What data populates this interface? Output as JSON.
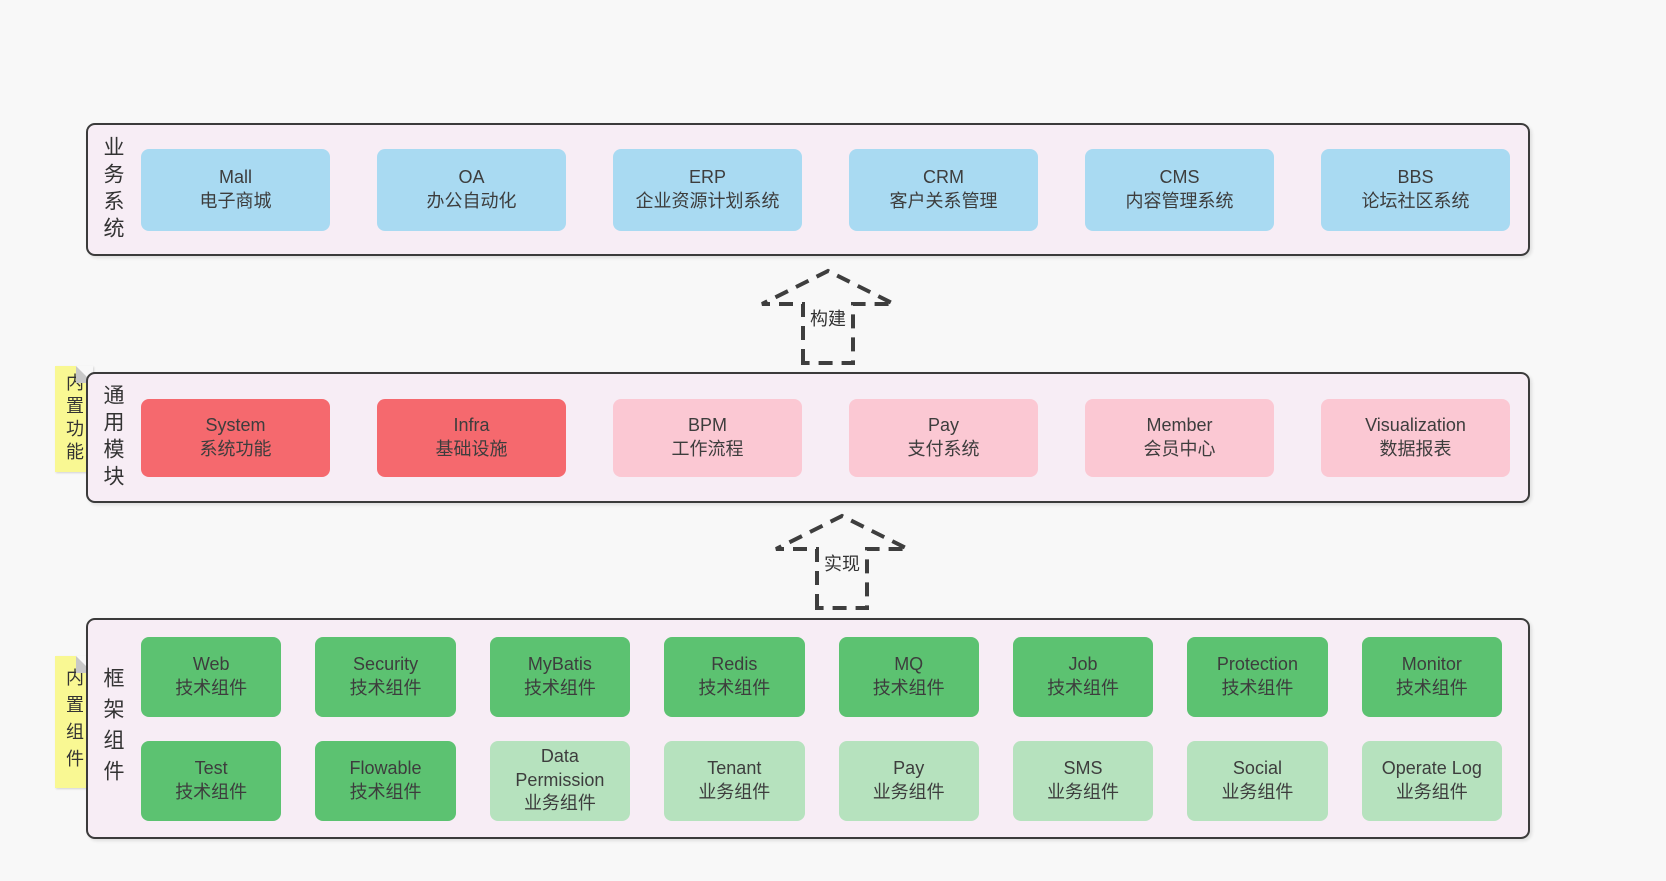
{
  "arrows": [
    {
      "label": "构建"
    },
    {
      "label": "实现"
    }
  ],
  "layers": [
    {
      "label": "业务系统",
      "items": [
        {
          "name": "Mall",
          "desc": "电子商城"
        },
        {
          "name": "OA",
          "desc": "办公自动化"
        },
        {
          "name": "ERP",
          "desc": "企业资源计划系统"
        },
        {
          "name": "CRM",
          "desc": "客户关系管理"
        },
        {
          "name": "CMS",
          "desc": "内容管理系统"
        },
        {
          "name": "BBS",
          "desc": "论坛社区系统"
        }
      ]
    },
    {
      "label": "通用模块",
      "sticky": "内置功能",
      "items": [
        {
          "name": "System",
          "desc": "系统功能"
        },
        {
          "name": "Infra",
          "desc": "基础设施"
        },
        {
          "name": "BPM",
          "desc": "工作流程"
        },
        {
          "name": "Pay",
          "desc": "支付系统"
        },
        {
          "name": "Member",
          "desc": "会员中心"
        },
        {
          "name": "Visualization",
          "desc": "数据报表"
        }
      ]
    },
    {
      "label": "框架组件",
      "sticky": "内置组件",
      "rows": [
        [
          {
            "name": "Web",
            "desc": "技术组件"
          },
          {
            "name": "Security",
            "desc": "技术组件"
          },
          {
            "name": "MyBatis",
            "desc": "技术组件"
          },
          {
            "name": "Redis",
            "desc": "技术组件"
          },
          {
            "name": "MQ",
            "desc": "技术组件"
          },
          {
            "name": "Job",
            "desc": "技术组件"
          },
          {
            "name": "Protection",
            "desc": "技术组件"
          },
          {
            "name": "Monitor",
            "desc": "技术组件"
          }
        ],
        [
          {
            "name": "Test",
            "desc": "技术组件"
          },
          {
            "name": "Flowable",
            "desc": "技术组件"
          },
          {
            "name": "Data Permission",
            "desc": "业务组件"
          },
          {
            "name": "Tenant",
            "desc": "业务组件"
          },
          {
            "name": "Pay",
            "desc": "业务组件"
          },
          {
            "name": "SMS",
            "desc": "业务组件"
          },
          {
            "name": "Social",
            "desc": "业务组件"
          },
          {
            "name": "Operate Log",
            "desc": "业务组件"
          }
        ]
      ]
    }
  ],
  "colors": {
    "page_bg": "#f8f8f8",
    "container_bg": "#f7edf5",
    "container_border": "#3b3b3b",
    "business_box": "#a9daf2",
    "core_box": "#f5696e",
    "module_box": "#fbc8d3",
    "tech_box": "#5cc271",
    "biz_box": "#b6e2be",
    "sticky_yellow": "#f9f893",
    "sticky_fold": "#c8c8c8",
    "text": "#3d3d3d"
  }
}
